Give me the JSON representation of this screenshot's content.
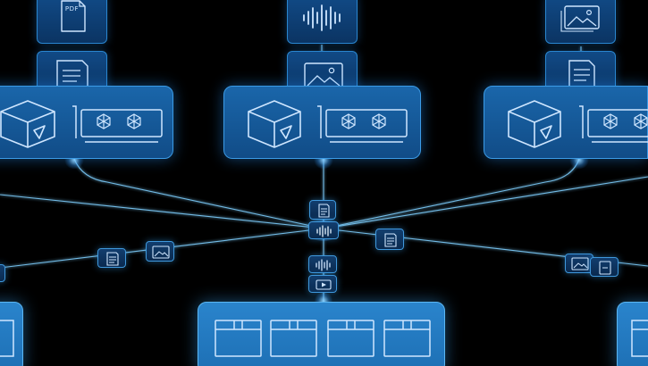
{
  "diagram": {
    "top_tiles": [
      {
        "id": "pdf-file",
        "icon": "pdf-file-icon",
        "label": "PDF"
      },
      {
        "id": "audio-file",
        "icon": "audio-waveform-icon"
      },
      {
        "id": "image-file-right",
        "icon": "image-file-icon"
      }
    ],
    "second_tiles": [
      {
        "id": "document-file-left",
        "icon": "document-file-icon"
      },
      {
        "id": "image-file-center",
        "icon": "image-file-icon"
      },
      {
        "id": "document-file-right",
        "icon": "document-file-icon"
      }
    ],
    "processing_nodes": [
      {
        "id": "node-left",
        "icons": [
          "cube-icon",
          "gpu-card-icon"
        ]
      },
      {
        "id": "node-center",
        "icons": [
          "cube-icon",
          "gpu-card-icon"
        ]
      },
      {
        "id": "node-right",
        "icons": [
          "cube-icon",
          "gpu-card-icon"
        ]
      }
    ],
    "hub_chips": [
      "document-icon",
      "audio-waveform-icon",
      "audio-waveform-icon",
      "video-play-icon"
    ],
    "flow_chips": [
      "document-icon",
      "image-icon",
      "document-icon",
      "image-icon",
      "document-icon"
    ],
    "storage_slots": 4,
    "colors": {
      "background": "#000000",
      "tile": "#0b3463",
      "card": "#1a66aa",
      "dock": "#2a84cc",
      "wire": "#7fd0ff",
      "icon_stroke": "#cfe6ff"
    }
  }
}
